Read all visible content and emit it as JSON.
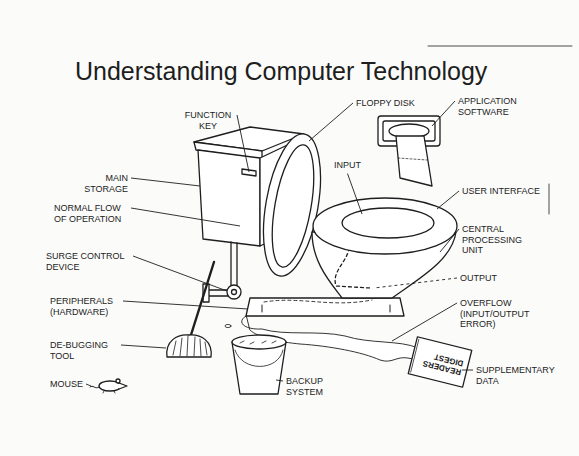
{
  "diagram": {
    "title": "Understanding Computer Technology",
    "labels": [
      "FUNCTION KEY",
      "FLOPPY DISK",
      "APPLICATION SOFTWARE",
      "MAIN STORAGE",
      "INPUT",
      "USER INTERFACE",
      "NORMAL FLOW OF OPERATION",
      "CENTRAL PROCESSING UNIT",
      "SURGE CONTROL DEVICE",
      "OUTPUT",
      "PERIPHERALS (HARDWARE)",
      "OVERFLOW (INPUT/OUTPUT ERROR)",
      "DE-BUGGING TOOL",
      "SUPPLEMENTARY DATA",
      "MOUSE",
      "BACKUP SYSTEM",
      "READERS DIGEST"
    ]
  }
}
